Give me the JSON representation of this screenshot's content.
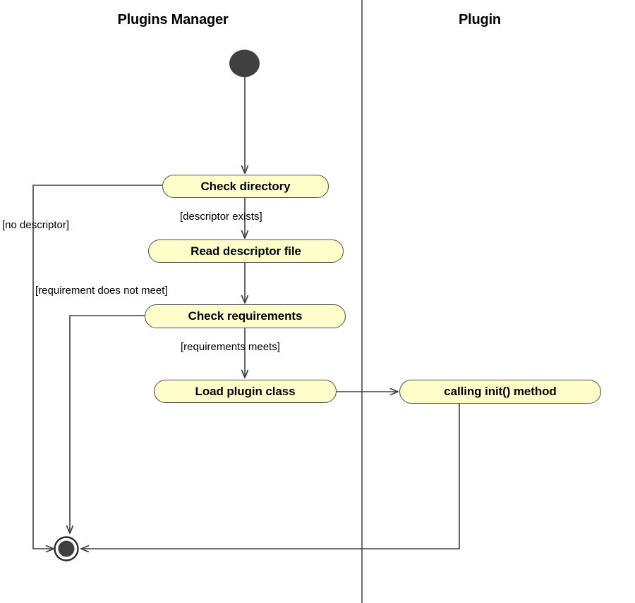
{
  "diagram": {
    "type": "uml-activity-diagram",
    "title_visible": false,
    "colors": {
      "node_fill": "#ffffcc",
      "node_stroke": "#4d4d4d",
      "edge_stroke": "#3f3f3f",
      "text": "#000000",
      "background": "#ffffff",
      "start_node_fill": "#404040",
      "final_node_fill": "#404040"
    },
    "lanes": [
      {
        "id": "plugins-manager",
        "label": "Plugins Manager"
      },
      {
        "id": "plugin",
        "label": "Plugin"
      }
    ],
    "nodes": [
      {
        "id": "start",
        "kind": "initial",
        "label": ""
      },
      {
        "id": "check-directory",
        "kind": "action",
        "lane": "plugins-manager",
        "label": "Check directory"
      },
      {
        "id": "read-descriptor",
        "kind": "action",
        "lane": "plugins-manager",
        "label": "Read descriptor file"
      },
      {
        "id": "check-requirements",
        "kind": "action",
        "lane": "plugins-manager",
        "label": "Check requirements"
      },
      {
        "id": "load-plugin-class",
        "kind": "action",
        "lane": "plugins-manager",
        "label": "Load plugin class"
      },
      {
        "id": "calling-init",
        "kind": "action",
        "lane": "plugin",
        "label": "calling init() method"
      },
      {
        "id": "final",
        "kind": "final",
        "label": ""
      }
    ],
    "edges": [
      {
        "from": "start",
        "to": "check-directory",
        "guard": ""
      },
      {
        "from": "check-directory",
        "to": "read-descriptor",
        "guard": "[descriptor exists]"
      },
      {
        "from": "check-directory",
        "to": "final",
        "guard": "[no descriptor]"
      },
      {
        "from": "read-descriptor",
        "to": "check-requirements",
        "guard": ""
      },
      {
        "from": "check-requirements",
        "to": "final",
        "guard": "[requirement does not meet]"
      },
      {
        "from": "check-requirements",
        "to": "load-plugin-class",
        "guard": "[requirements meets]"
      },
      {
        "from": "load-plugin-class",
        "to": "calling-init",
        "guard": ""
      },
      {
        "from": "calling-init",
        "to": "final",
        "guard": ""
      }
    ],
    "guards": {
      "no_descriptor": "[no descriptor]",
      "descriptor_exists": "[descriptor exists]",
      "requirement_not_meet": "[requirement does not meet]",
      "requirements_meets": "[requirements meets]"
    }
  }
}
